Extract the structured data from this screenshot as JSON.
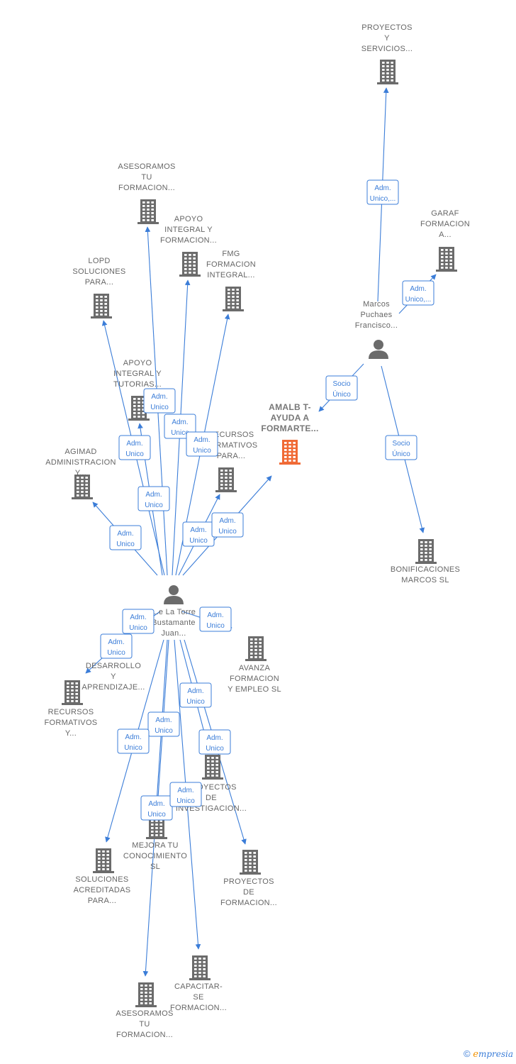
{
  "colors": {
    "edge": "#3b7dd8",
    "building": "#6b6b6b",
    "main_building": "#f06a35",
    "person": "#6b6b6b"
  },
  "nodes": [
    {
      "id": "main",
      "kind": "company",
      "highlight": true,
      "lines": [
        "AMALB T-",
        "AYUDA A",
        "FORMARTE..."
      ]
    },
    {
      "id": "p_juan",
      "kind": "person",
      "lines": [
        "...e La Torre",
        "Bustamante",
        "Juan..."
      ]
    },
    {
      "id": "p_marcos",
      "kind": "person",
      "lines": [
        "Marcos",
        "Puchaes",
        "Francisco..."
      ]
    },
    {
      "id": "c_proyserv",
      "kind": "company",
      "lines": [
        "PROYECTOS",
        "Y",
        "SERVICIOS..."
      ]
    },
    {
      "id": "c_garaf",
      "kind": "company",
      "lines": [
        "GARAF",
        "FORMACION",
        "A..."
      ]
    },
    {
      "id": "c_bonif",
      "kind": "company",
      "lines": [
        "BONIFICACIONES",
        "MARCOS  SL"
      ]
    },
    {
      "id": "c_asesor1",
      "kind": "company",
      "lines": [
        "ASESORAMOS",
        "TU",
        "FORMACION..."
      ]
    },
    {
      "id": "c_apoyo1",
      "kind": "company",
      "lines": [
        "APOYO",
        "INTEGRAL Y",
        "FORMACION..."
      ]
    },
    {
      "id": "c_fmg",
      "kind": "company",
      "lines": [
        "FMG",
        "FORMACION",
        "INTEGRAL..."
      ]
    },
    {
      "id": "c_lopd",
      "kind": "company",
      "lines": [
        "LOPD",
        "SOLUCIONES",
        "PARA..."
      ]
    },
    {
      "id": "c_apoyo2",
      "kind": "company",
      "lines": [
        "APOYO",
        "INTEGRAL Y",
        "TUTORIAS..."
      ]
    },
    {
      "id": "c_recursos1",
      "kind": "company",
      "lines": [
        "RECURSOS",
        "FORMATIVOS",
        "PARA..."
      ]
    },
    {
      "id": "c_agimad",
      "kind": "company",
      "lines": [
        "AGIMAD",
        "ADMINISTRACION",
        "Y..."
      ]
    },
    {
      "id": "c_avanza",
      "kind": "company",
      "lines": [
        "AVANZA",
        "FORMACION",
        "Y EMPLEO  SL"
      ]
    },
    {
      "id": "c_desarrollo",
      "kind": "company",
      "lines": [
        "DESARROLLO",
        "Y",
        "APRENDIZAJE..."
      ]
    },
    {
      "id": "c_recursos2",
      "kind": "company",
      "lines": [
        "RECURSOS",
        "FORMATIVOS",
        "Y..."
      ]
    },
    {
      "id": "c_proyinv",
      "kind": "company",
      "lines": [
        "PROYECTOS",
        "DE",
        "INVESTIGACION..."
      ]
    },
    {
      "id": "c_mejora",
      "kind": "company",
      "lines": [
        "MEJORA TU",
        "CONOCIMIENTO",
        "SL"
      ]
    },
    {
      "id": "c_soluc",
      "kind": "company",
      "lines": [
        "SOLUCIONES",
        "ACREDITADAS",
        "PARA..."
      ]
    },
    {
      "id": "c_proyform",
      "kind": "company",
      "lines": [
        "PROYECTOS",
        "DE",
        "FORMACION..."
      ]
    },
    {
      "id": "c_asesor2",
      "kind": "company",
      "lines": [
        "ASESORAMOS",
        "TU",
        "FORMACION..."
      ]
    },
    {
      "id": "c_capacitar",
      "kind": "company",
      "lines": [
        "CAPACITAR-",
        "SE",
        "FORMACION..."
      ]
    }
  ],
  "edges": [
    {
      "from": "p_marcos",
      "to": "c_proyserv",
      "label": [
        "Adm.",
        "Unico,..."
      ]
    },
    {
      "from": "p_marcos",
      "to": "c_garaf",
      "label": [
        "Adm.",
        "Unico,..."
      ]
    },
    {
      "from": "p_marcos",
      "to": "main",
      "label": [
        "Socio",
        "Único"
      ]
    },
    {
      "from": "p_marcos",
      "to": "c_bonif",
      "label": [
        "Socio",
        "Único"
      ]
    },
    {
      "from": "p_juan",
      "to": "c_asesor1",
      "label": [
        "Adm.",
        "Unico"
      ]
    },
    {
      "from": "p_juan",
      "to": "c_apoyo1",
      "label": [
        "Adm.",
        "Unico"
      ]
    },
    {
      "from": "p_juan",
      "to": "c_fmg",
      "label": [
        "Adm.",
        "Unico"
      ]
    },
    {
      "from": "p_juan",
      "to": "c_lopd",
      "label": [
        "Adm.",
        "Unico"
      ]
    },
    {
      "from": "p_juan",
      "to": "c_apoyo2",
      "label": [
        "Adm.",
        "Unico"
      ]
    },
    {
      "from": "p_juan",
      "to": "c_recursos1",
      "label": [
        "Adm.",
        "Unico"
      ]
    },
    {
      "from": "p_juan",
      "to": "c_agimad",
      "label": [
        "Adm.",
        "Unico"
      ]
    },
    {
      "from": "p_juan",
      "to": "main",
      "label": [
        "Adm.",
        "Unico"
      ]
    },
    {
      "from": "p_juan",
      "to": "c_avanza",
      "label": [
        "Adm.",
        "Unico"
      ]
    },
    {
      "from": "p_juan",
      "to": "c_desarrollo",
      "label": [
        "Adm.",
        "Unico"
      ]
    },
    {
      "from": "p_juan",
      "to": "c_recursos2",
      "label": [
        "Adm.",
        "Unico"
      ]
    },
    {
      "from": "p_juan",
      "to": "c_proyinv",
      "label": [
        "Adm.",
        "Unico"
      ]
    },
    {
      "from": "p_juan",
      "to": "c_mejora",
      "label": [
        "Adm.",
        "Unico"
      ]
    },
    {
      "from": "p_juan",
      "to": "c_soluc",
      "label": [
        "Adm.",
        "Unico"
      ]
    },
    {
      "from": "p_juan",
      "to": "c_proyform",
      "label": [
        "Adm.",
        "Unico"
      ]
    },
    {
      "from": "p_juan",
      "to": "c_asesor2",
      "label": [
        "Adm.",
        "Unico"
      ]
    },
    {
      "from": "p_juan",
      "to": "c_capacitar",
      "label": [
        "Adm.",
        "Unico"
      ]
    }
  ],
  "footer": {
    "copyright": "©",
    "brand_e": "e",
    "brand_rest": "mpresia"
  }
}
